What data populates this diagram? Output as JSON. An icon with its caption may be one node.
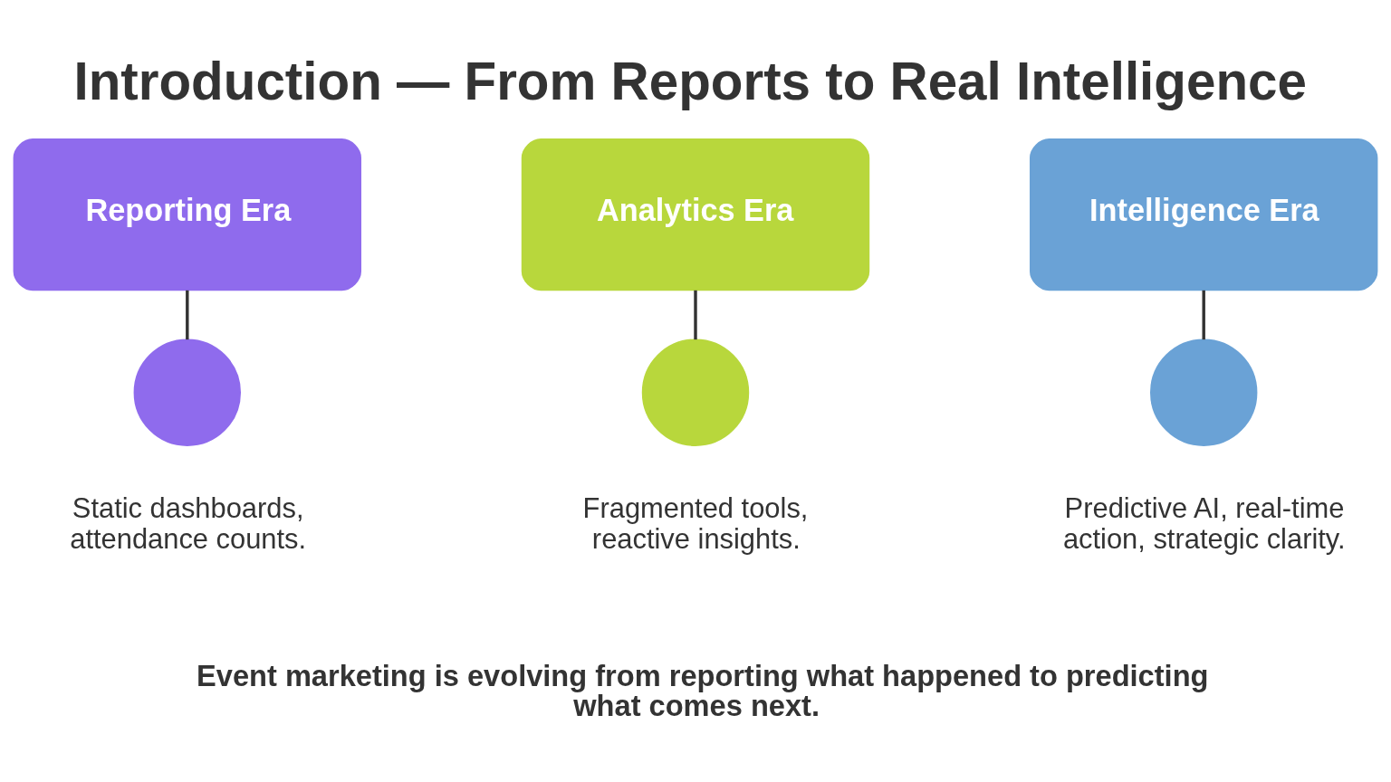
{
  "diagram": {
    "title": "Introduction — From Reports to Real Intelligence",
    "caption": "Event marketing is evolving from reporting what happened to predicting what comes next.",
    "nodes": [
      {
        "text": [
          "Reporting Era"
        ]
      },
      {
        "text": [
          "Analytics Era"
        ]
      },
      {
        "text": [
          "Intelligence Era"
        ]
      },
      {
        "text": [],
        "shape": "circle",
        "beside": [
          "Static dashboards, attendance counts."
        ]
      },
      {
        "text": [],
        "shape": "circle",
        "beside": [
          "Fragmented tools, reactive insights."
        ]
      },
      {
        "text": [],
        "shape": "circle",
        "beside": [
          "Predictive AI, real-time action, strategic clarity."
        ]
      }
    ],
    "edges": [
      {
        "from": 0,
        "to": 3,
        "arrow": "none"
      },
      {
        "from": 1,
        "to": 4,
        "arrow": "none"
      },
      {
        "from": 2,
        "to": 5,
        "arrow": "none"
      }
    ]
  }
}
